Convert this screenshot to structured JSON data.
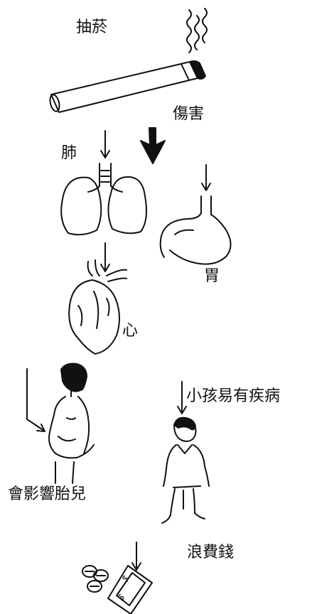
{
  "labels": {
    "smoking": "抽菸",
    "harm": "傷害",
    "lungs": "肺",
    "stomach": "胃",
    "heart": "心",
    "children_illness": "小孩易有疾病",
    "affects_fetus": "會影響胎兒",
    "waste_money": "浪費錢"
  }
}
